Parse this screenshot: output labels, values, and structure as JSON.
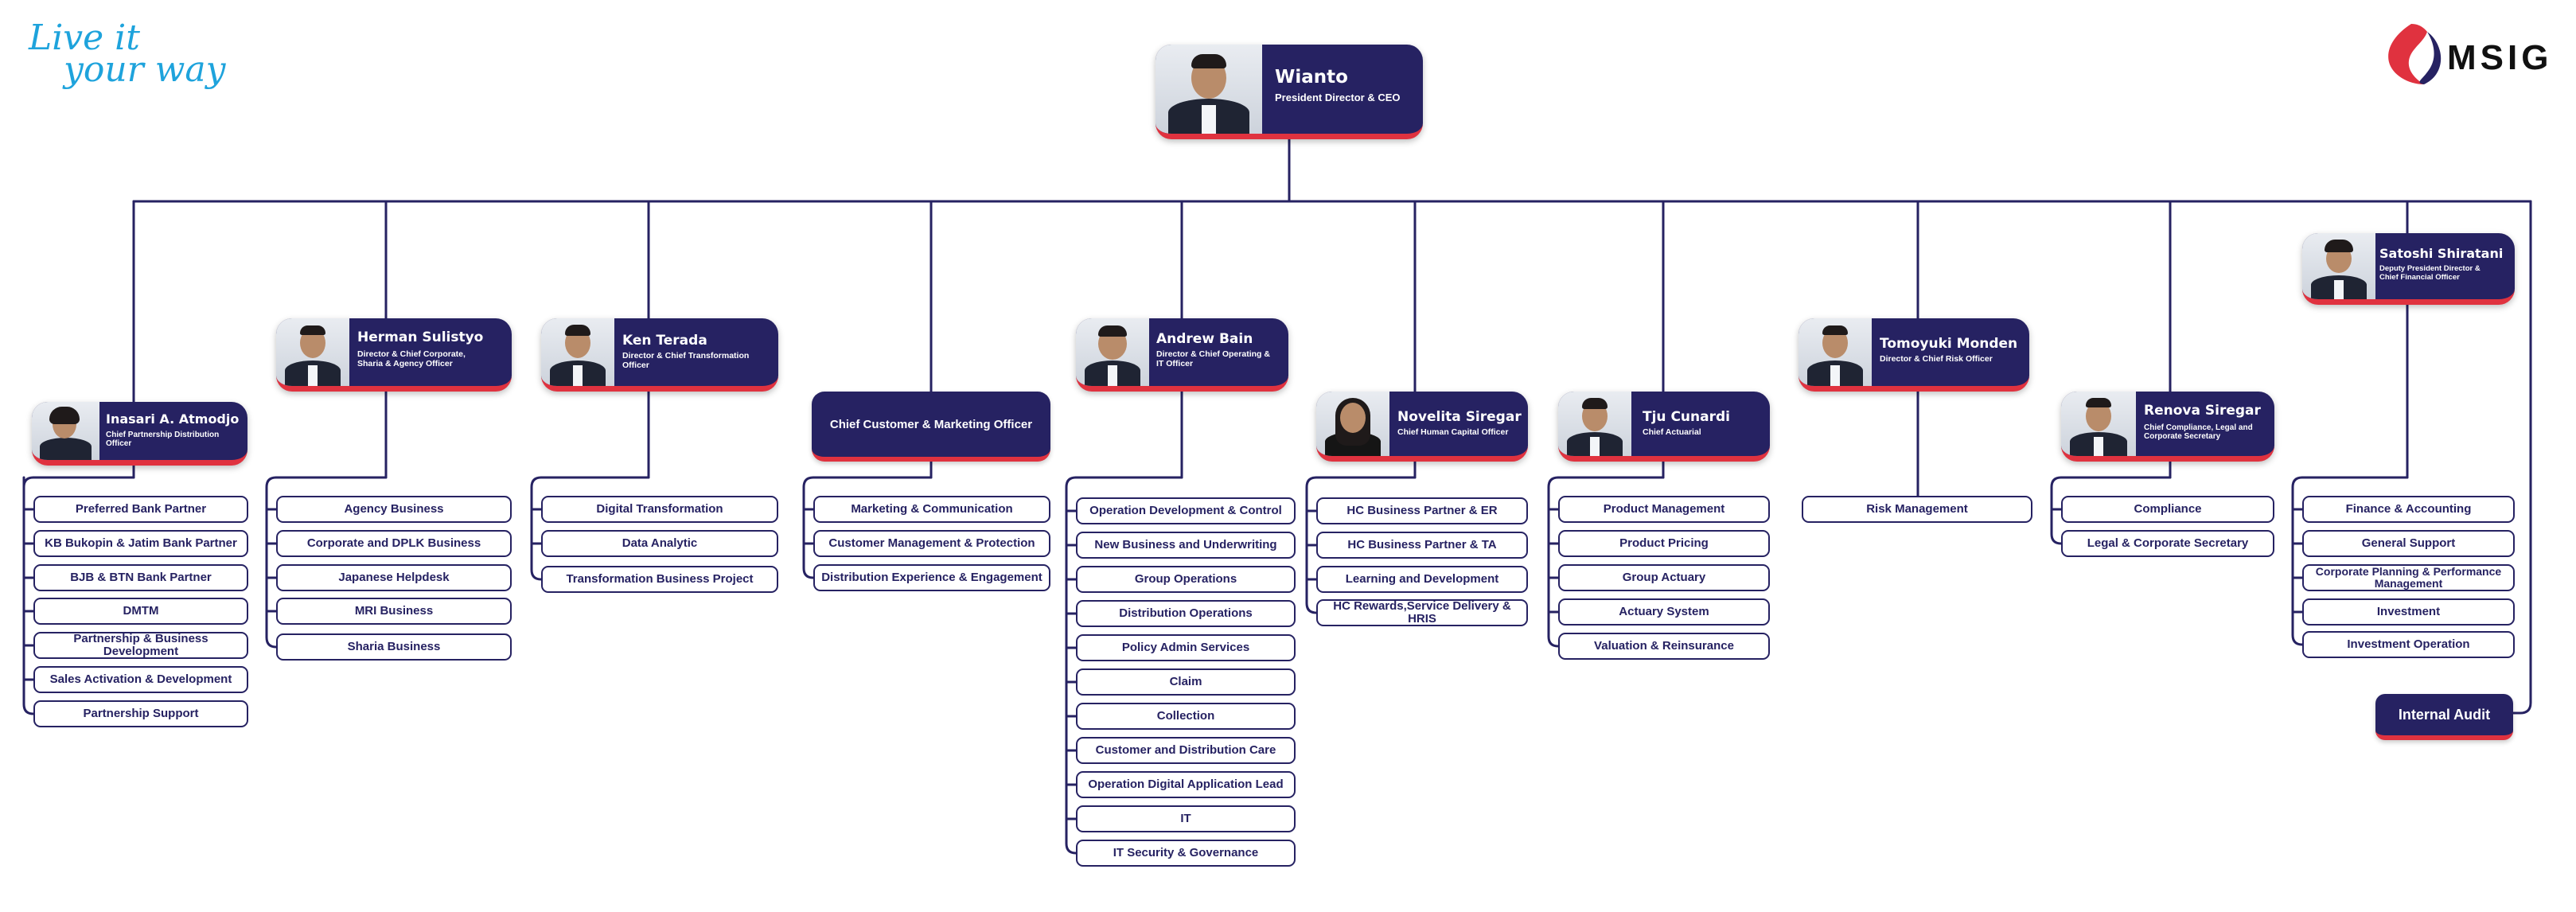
{
  "tagline": {
    "line1": "Live it",
    "line2": "your way"
  },
  "logo": {
    "text": "MSIG",
    "colors": {
      "red": "#e0323f",
      "navy": "#262262"
    }
  },
  "colors": {
    "navy": "#262262",
    "red": "#e0323f",
    "blue": "#1ea3dc"
  },
  "ceo": {
    "name": "Wianto",
    "title": "President Director & CEO"
  },
  "executives": {
    "inasari": {
      "name": "Inasari A. Atmodjo",
      "title": "Chief Partnership Distribution Officer"
    },
    "herman": {
      "name": "Herman Sulistyo",
      "title": "Director & Chief Corporate, Sharia & Agency Officer"
    },
    "ken": {
      "name": "Ken Terada",
      "title": "Director & Chief Transformation Officer"
    },
    "ccmo": {
      "title": "Chief Customer & Marketing Officer"
    },
    "andrew": {
      "name": "Andrew Bain",
      "title": "Director & Chief Operating & IT Officer"
    },
    "novelita": {
      "name": "Novelita Siregar",
      "title": "Chief Human Capital Officer"
    },
    "tju": {
      "name": "Tju Cunardi",
      "title": "Chief Actuarial"
    },
    "tomoyuki": {
      "name": "Tomoyuki Monden",
      "title": "Director & Chief Risk Officer"
    },
    "renova": {
      "name": "Renova Siregar",
      "title": "Chief Compliance, Legal and Corporate Secretary"
    },
    "satoshi": {
      "name": "Satoshi Shiratani",
      "title": "Deputy President Director & Chief Financial Officer"
    }
  },
  "internal_audit": {
    "label": "Internal Audit"
  },
  "departments": {
    "inasari": [
      "Preferred Bank Partner",
      "KB Bukopin & Jatim Bank Partner",
      "BJB & BTN Bank Partner",
      "DMTM",
      "Partnership & Business Development",
      "Sales Activation & Development",
      "Partnership Support"
    ],
    "herman": [
      "Agency Business",
      "Corporate and DPLK Business",
      "Japanese Helpdesk",
      "MRI Business",
      "Sharia Business"
    ],
    "ken": [
      "Digital Transformation",
      "Data Analytic",
      "Transformation Business Project"
    ],
    "ccmo": [
      "Marketing & Communication",
      "Customer Management & Protection",
      "Distribution Experience & Engagement"
    ],
    "andrew": [
      "Operation Development & Control",
      "New Business and Underwriting",
      "Group Operations",
      "Distribution Operations",
      "Policy Admin Services",
      "Claim",
      "Collection",
      "Customer and Distribution Care",
      "Operation Digital Application Lead",
      "IT",
      "IT Security & Governance"
    ],
    "novelita": [
      "HC Business Partner & ER",
      "HC Business Partner & TA",
      "Learning and Development",
      "HC Rewards,Service Delivery & HRIS"
    ],
    "tju": [
      "Product Management",
      "Product Pricing",
      "Group Actuary",
      "Actuary System",
      "Valuation & Reinsurance"
    ],
    "tomoyuki": [
      "Risk Management"
    ],
    "renova": [
      "Compliance",
      "Legal & Corporate Secretary"
    ],
    "satoshi": [
      "Finance & Accounting",
      "General Support",
      "Corporate Planning & Performance Management",
      "Investment",
      "Investment Operation"
    ]
  }
}
